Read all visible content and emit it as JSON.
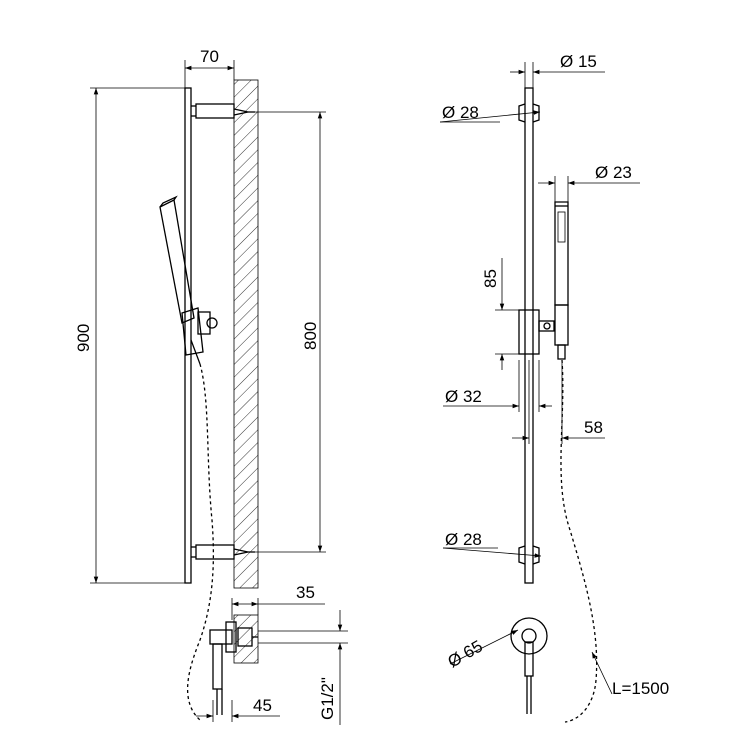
{
  "dimensions": {
    "d70": "70",
    "d900": "900",
    "d800": "800",
    "d35": "35",
    "d45": "45",
    "g12": "G1/2\"",
    "o15": "Ø 15",
    "o28_top": "Ø 28",
    "o23": "Ø 23",
    "d85": "85",
    "o32": "Ø 32",
    "d58": "58",
    "o28_bottom": "Ø 28",
    "o65": "Ø 65",
    "l1500": "L=1500"
  }
}
